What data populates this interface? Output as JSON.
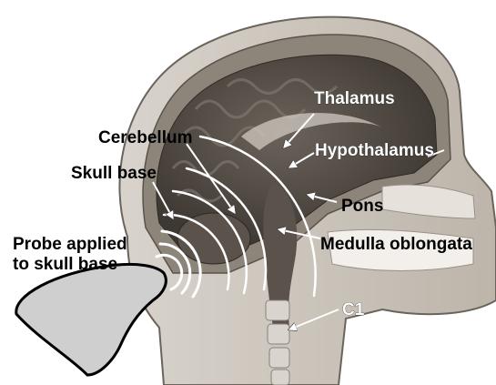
{
  "figure": {
    "labels": {
      "thalamus": "Thalamus",
      "hypothalamus": "Hypothalamus",
      "cerebellum": "Cerebellum",
      "skull_base": "Skull base",
      "pons": "Pons",
      "medulla": "Medulla oblongata",
      "probe_line1": "Probe applied",
      "probe_line2": "to skull base",
      "c1": "C1"
    },
    "colors": {
      "background": "#ffffff",
      "tissue_light": "#c9c2b8",
      "tissue_mid": "#8d847a",
      "brain_dark": "#4a433d",
      "probe_fill": "#cfcfcf",
      "probe_stroke": "#000000",
      "wave_stroke": "#ffffff",
      "label_white": "#ffffff",
      "label_black": "#000000"
    }
  }
}
